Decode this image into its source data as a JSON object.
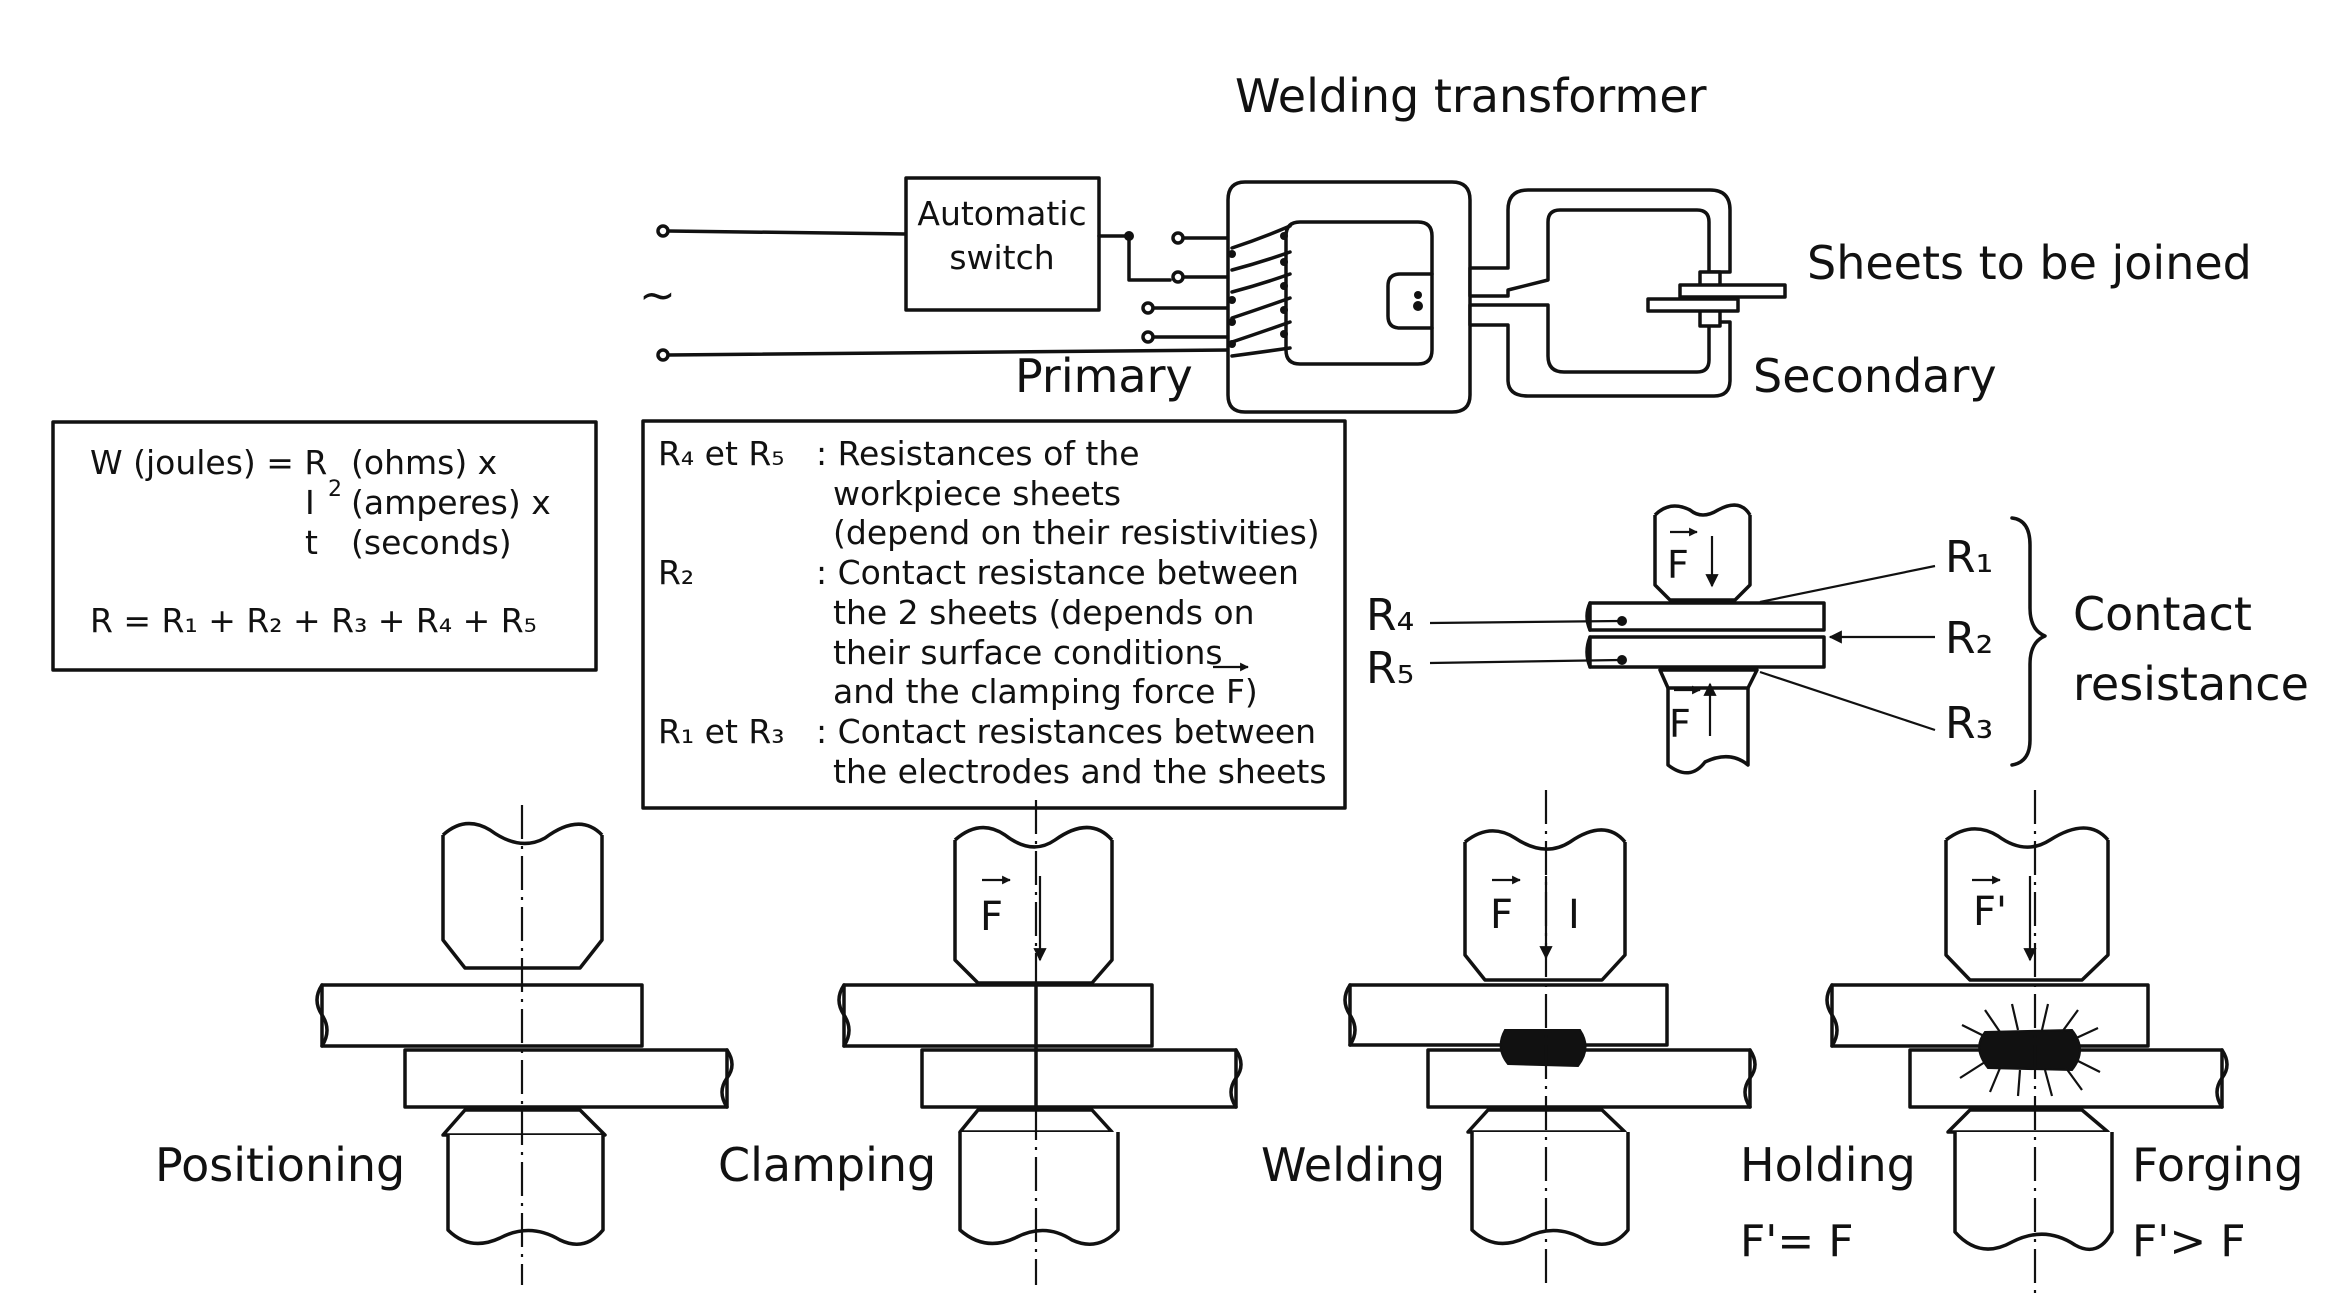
{
  "transformer": {
    "title": "Welding transformer",
    "switch_line1": "Automatic",
    "switch_line2": "switch",
    "ac_symbol": "~",
    "primary": "Primary",
    "secondary": "Secondary",
    "sheets": "Sheets to be joined"
  },
  "formula": {
    "w_a": "W (joules) = R",
    "w_b": "(ohms) x",
    "i": "I",
    "sq": "2",
    "amp": "(amperes) x",
    "t": "t",
    "sec": "(seconds)",
    "r_sum": "R = R₁ + R₂ + R₃ + R₄ + R₅"
  },
  "legend": {
    "k1": "R₄ et R₅",
    "d1": ": Resistances of the",
    "d1b": "workpiece sheets",
    "d1c": "(depend on their resistivities)",
    "k2": "R₂",
    "d2": ": Contact resistance between",
    "d2b": "the 2 sheets (depends on",
    "d2c": "their surface conditions",
    "d2d": "and the clamping force F)",
    "k3": "R₁ et R₃",
    "d3": ": Contact resistances between",
    "d3b": "the electrodes and the sheets"
  },
  "contact": {
    "f_top": "F",
    "f_bot": "F",
    "r1": "R₁",
    "r2": "R₂",
    "r3": "R₃",
    "r4": "R₄",
    "r5": "R₅",
    "label1": "Contact",
    "label2": "resistance"
  },
  "stages": {
    "positioning": "Positioning",
    "clamping": "Clamping",
    "clamp_force": "F",
    "welding": "Welding",
    "weld_force": "F",
    "weld_current": "I",
    "hold_force": "F'",
    "holding": "Holding",
    "holding_eq": "F'= F",
    "forging": "Forging",
    "forging_eq": "F'> F"
  }
}
